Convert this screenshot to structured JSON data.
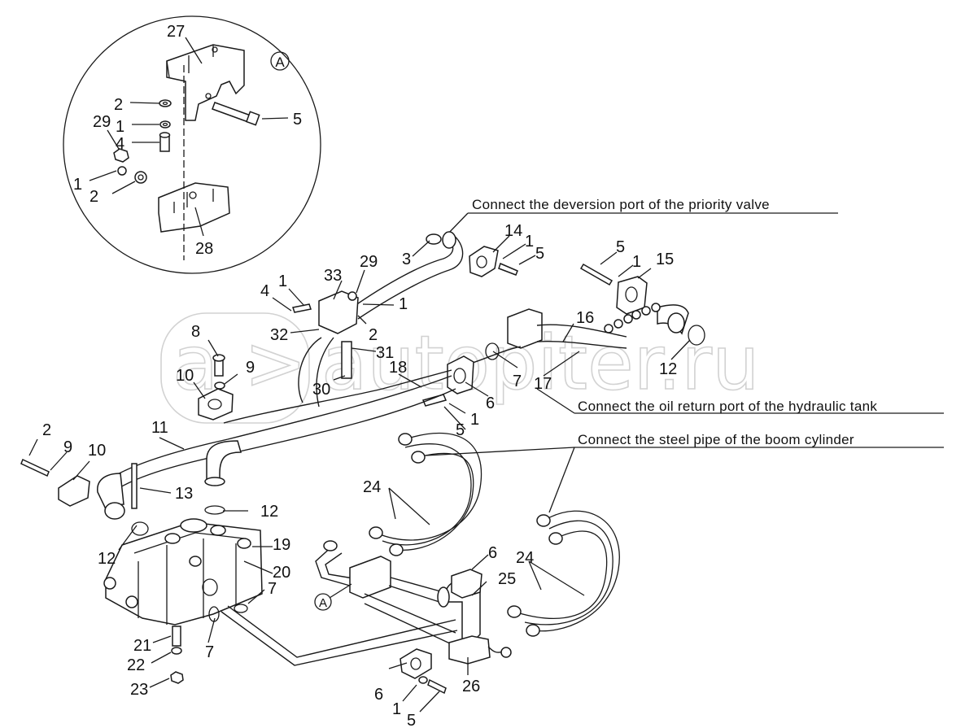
{
  "watermark": "autopiter.ru",
  "detail_view": {
    "marker": "A"
  },
  "callouts_in_view": [
    "27",
    "2",
    "1",
    "4",
    "5",
    "29",
    "1",
    "2",
    "28"
  ],
  "notes": {
    "priority_valve": "Connect the deversion port of the priority valve",
    "oil_return": "Connect the oil return port of the hydraulic tank",
    "boom_cylinder": "Connect the steel pipe of the boom cylinder"
  },
  "callouts": [
    "3",
    "14",
    "1",
    "5",
    "5",
    "1",
    "15",
    "33",
    "29",
    "1",
    "4",
    "1",
    "2",
    "32",
    "31",
    "30",
    "8",
    "9",
    "10",
    "18",
    "16",
    "7",
    "17",
    "12",
    "6",
    "1",
    "5",
    "2",
    "9",
    "10",
    "11",
    "13",
    "12",
    "24",
    "12",
    "19",
    "20",
    "7",
    "7",
    "21",
    "22",
    "23",
    "6",
    "25",
    "24",
    "26",
    "6",
    "1",
    "5"
  ],
  "bottom_marker": "A"
}
